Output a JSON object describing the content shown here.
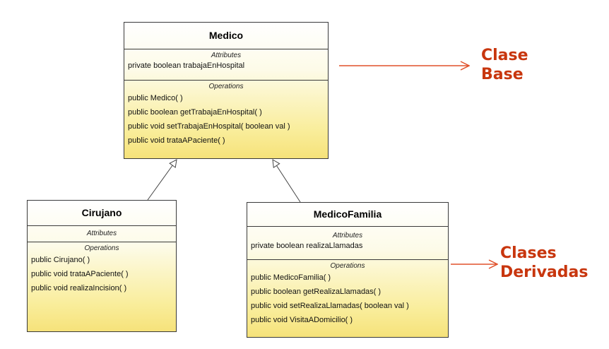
{
  "classes": {
    "medico": {
      "name": "Medico",
      "attributes_title": "Attributes",
      "attributes": [
        "private boolean trabajaEnHospital"
      ],
      "operations_title": "Operations",
      "operations": [
        "public Medico( )",
        "public boolean  getTrabajaEnHospital( )",
        "public void  setTrabajaEnHospital( boolean val )",
        "public void  trataAPaciente( )"
      ]
    },
    "cirujano": {
      "name": "Cirujano",
      "attributes_title": "Attributes",
      "attributes": [],
      "operations_title": "Operations",
      "operations": [
        "public Cirujano( )",
        "public void  trataAPaciente( )",
        "public void  realizaIncision( )"
      ]
    },
    "medicoFamilia": {
      "name": "MedicoFamilia",
      "attributes_title": "Attributes",
      "attributes": [
        "private boolean realizaLlamadas"
      ],
      "operations_title": "Operations",
      "operations": [
        "public MedicoFamilia( )",
        "public boolean  getRealizaLlamadas( )",
        "public void  setRealizaLlamadas( boolean val )",
        "public void  VisitaADomicilio( )"
      ]
    }
  },
  "labels": {
    "base_line1": "Clase",
    "base_line2": "Base",
    "derived_line1": "Clases",
    "derived_line2": "Derivadas"
  },
  "colors": {
    "label": "#c8360e",
    "arrow": "#e0502a",
    "class_fill_top": "#ffffff",
    "class_fill_bottom": "#f6e27a",
    "border": "#3a3a3a"
  }
}
